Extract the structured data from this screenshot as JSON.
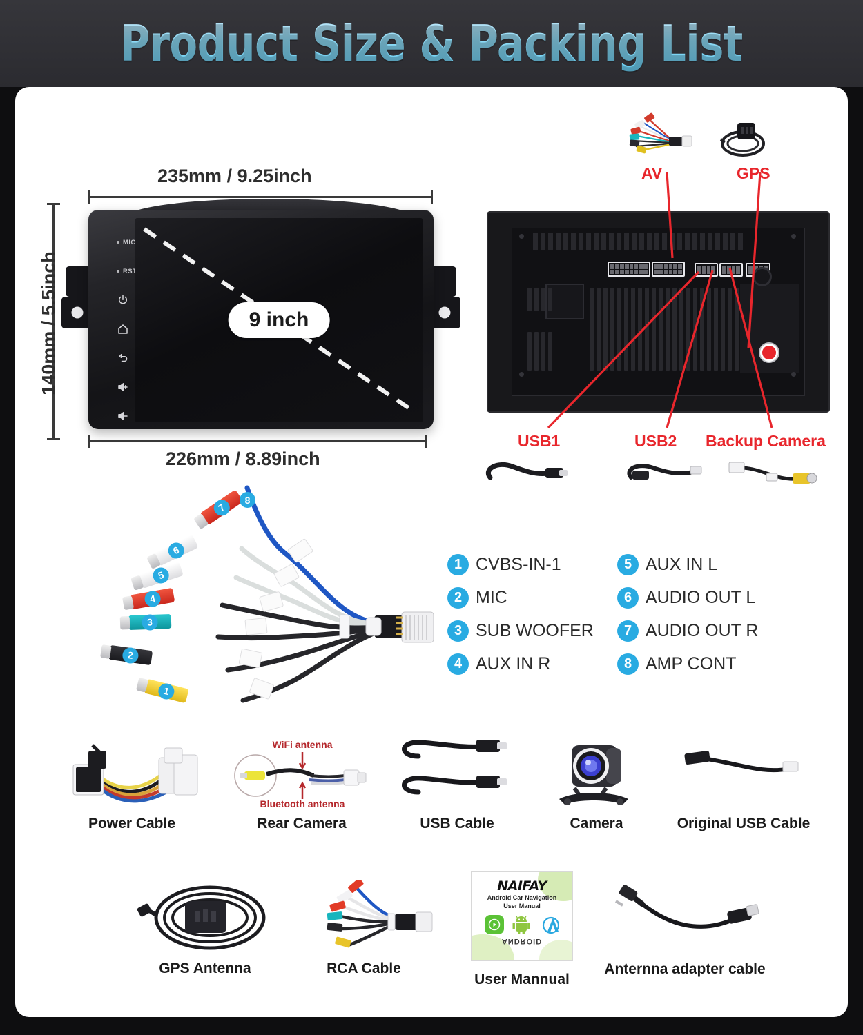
{
  "header": {
    "title": "Product Size & Packing List"
  },
  "size_section": {
    "width_label": "235mm / 9.25inch",
    "depth_label": "226mm / 8.89inch",
    "height_label": "140mm / 5.5inch",
    "screen_badge": "9 inch",
    "front_buttons": [
      {
        "name": "mic",
        "label": "MIC"
      },
      {
        "name": "reset",
        "label": "RST"
      },
      {
        "name": "power",
        "label": ""
      },
      {
        "name": "home",
        "label": ""
      },
      {
        "name": "back",
        "label": ""
      },
      {
        "name": "volume-up",
        "label": ""
      },
      {
        "name": "volume-down",
        "label": ""
      }
    ]
  },
  "rear_section": {
    "callouts": [
      {
        "id": "av",
        "label": "AV"
      },
      {
        "id": "gps",
        "label": "GPS"
      },
      {
        "id": "usb1",
        "label": "USB1"
      },
      {
        "id": "usb2",
        "label": "USB2"
      },
      {
        "id": "backup-camera",
        "label": "Backup Camera"
      }
    ]
  },
  "connector_legend": {
    "left": [
      {
        "num": "1",
        "label": "CVBS-IN-1"
      },
      {
        "num": "2",
        "label": "MIC"
      },
      {
        "num": "3",
        "label": "SUB WOOFER"
      },
      {
        "num": "4",
        "label": "AUX IN R"
      }
    ],
    "right": [
      {
        "num": "5",
        "label": "AUX IN L"
      },
      {
        "num": "6",
        "label": "AUDIO OUT L"
      },
      {
        "num": "7",
        "label": "AUDIO OUT R"
      },
      {
        "num": "8",
        "label": "AMP CONT"
      }
    ]
  },
  "harness_markers": [
    {
      "num": "1",
      "color": "#f2d024"
    },
    {
      "num": "2",
      "color": "#232327"
    },
    {
      "num": "3",
      "color": "#18b5bd"
    },
    {
      "num": "4",
      "color": "#e23b27"
    },
    {
      "num": "5",
      "color": "#f4f4f4"
    },
    {
      "num": "6",
      "color": "#f4f4f4"
    },
    {
      "num": "7",
      "color": "#e23b27"
    },
    {
      "num": "8",
      "color": "#1f57c4"
    }
  ],
  "accessories_row1": [
    {
      "id": "power-cable",
      "label": "Power Cable"
    },
    {
      "id": "rear-camera",
      "label": "Rear Camera",
      "annotations": [
        "WiFi antenna",
        "Bluetooth antenna"
      ]
    },
    {
      "id": "usb-cable",
      "label": "USB Cable"
    },
    {
      "id": "camera",
      "label": "Camera"
    },
    {
      "id": "original-usb-cable",
      "label": "Original USB Cable"
    }
  ],
  "accessories_row2": [
    {
      "id": "gps-antenna",
      "label": "GPS Antenna"
    },
    {
      "id": "rca-cable",
      "label": "RCA Cable"
    },
    {
      "id": "user-manual",
      "label": "User Mannual"
    },
    {
      "id": "antenna-adapter-cable",
      "label": "Anternna adapter cable"
    }
  ],
  "manual_cover": {
    "brand": "NAIFAY",
    "line1": "Android Car Navigation",
    "line2": "User Manual",
    "android_word": "ANDROID"
  },
  "colors": {
    "accent_blue": "#29abe2",
    "callout_red": "#e8262c",
    "annotation_red": "#b5282c",
    "title_blue": "#8fdcf7",
    "frame_dark": "#2f2f34"
  }
}
